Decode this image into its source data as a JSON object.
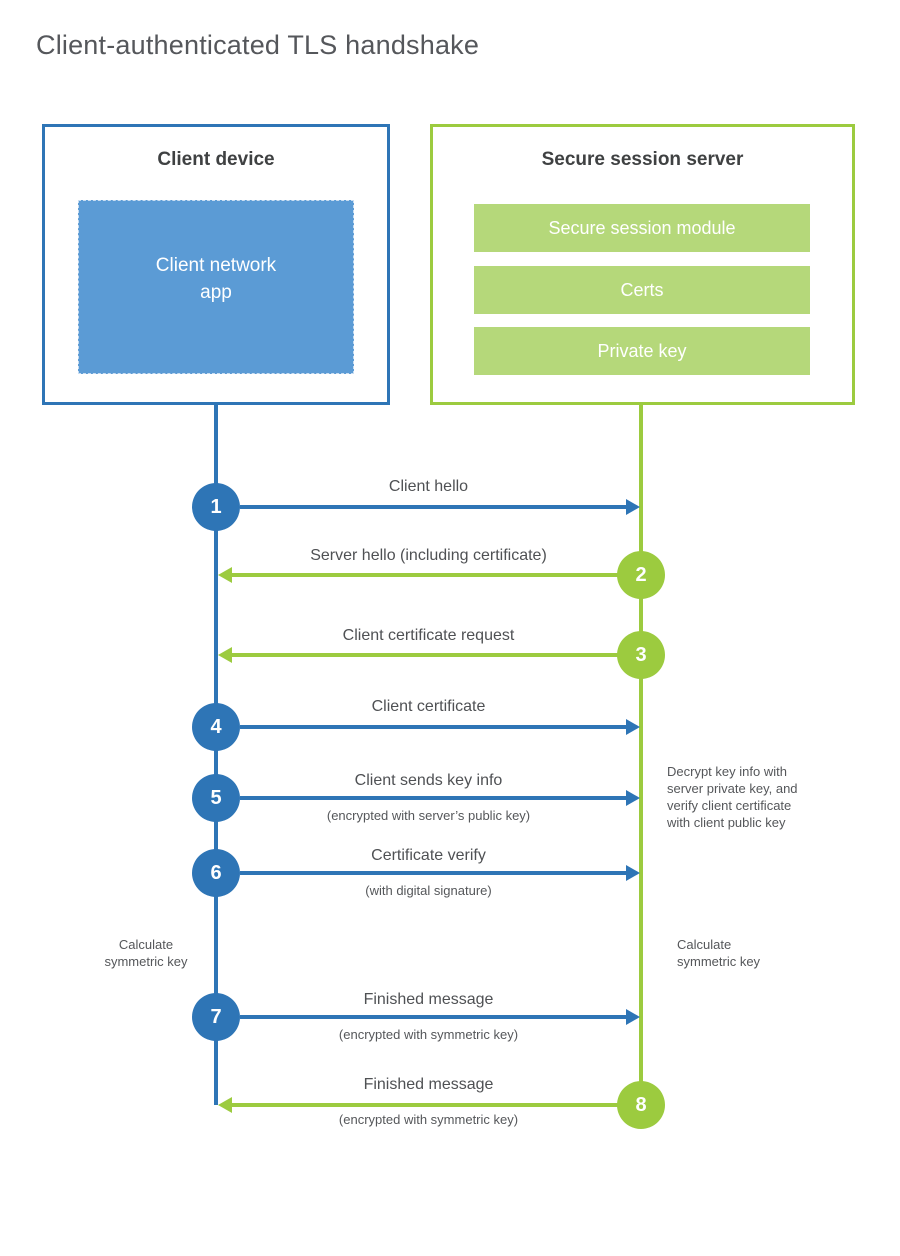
{
  "title": "Client-authenticated TLS handshake",
  "colors": {
    "blue_stroke": "#2e75b6",
    "blue_fill": "#5b9bd5",
    "green_stroke": "#9ccb3f",
    "green_fill": "#b5d87a",
    "heading_text": "#3f4142",
    "label_text": "#55575a"
  },
  "client": {
    "title": "Client device",
    "app_label": "Client network\napp"
  },
  "server": {
    "title": "Secure session server",
    "modules": [
      "Secure session module",
      "Certs",
      "Private key"
    ]
  },
  "steps": [
    {
      "num": "1",
      "from": "client",
      "direction": "right",
      "label": "Client hello",
      "sublabel": ""
    },
    {
      "num": "2",
      "from": "server",
      "direction": "left",
      "label": "Server hello (including certificate)",
      "sublabel": ""
    },
    {
      "num": "3",
      "from": "server",
      "direction": "left",
      "label": "Client certificate request",
      "sublabel": ""
    },
    {
      "num": "4",
      "from": "client",
      "direction": "right",
      "label": "Client certificate",
      "sublabel": ""
    },
    {
      "num": "5",
      "from": "client",
      "direction": "right",
      "label": "Client sends key info",
      "sublabel": "(encrypted with server’s public key)"
    },
    {
      "num": "6",
      "from": "client",
      "direction": "right",
      "label": "Certificate verify",
      "sublabel": "(with digital signature)"
    },
    {
      "num": "7",
      "from": "client",
      "direction": "right",
      "label": "Finished message",
      "sublabel": "(encrypted with symmetric key)"
    },
    {
      "num": "8",
      "from": "server",
      "direction": "left",
      "label": "Finished message",
      "sublabel": "(encrypted with symmetric key)"
    }
  ],
  "annotations": {
    "decrypt": "Decrypt key info with\nserver private key, and\nverify client certificate\nwith client public key",
    "calc_left": "Calculate\nsymmetric key",
    "calc_right": "Calculate\nsymmetric key"
  }
}
